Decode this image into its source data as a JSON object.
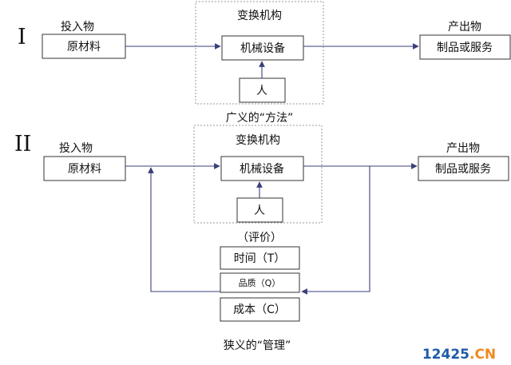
{
  "section1": {
    "roman": "I",
    "input_title": "投入物",
    "input_box": "原材料",
    "transform_title": "变换机构",
    "machine_box": "机械设备",
    "person_box": "人",
    "output_title": "产出物",
    "output_box": "制品或服务",
    "caption": "广义的“方法”"
  },
  "section2": {
    "roman": "II",
    "input_title": "投入物",
    "input_box": "原材料",
    "transform_title": "变换机构",
    "machine_box": "机械设备",
    "person_box": "人",
    "output_title": "产出物",
    "output_box": "制品或服务",
    "evaluation_title": "（评价）",
    "time_box": "时间（T）",
    "quality_box": "品质（Q）",
    "cost_box": "成本（C）",
    "caption": "狭义的“管理”"
  },
  "watermark": {
    "number": "12425",
    "domain": ".CN"
  },
  "colors": {
    "arrow": "#3a3f7a",
    "watermark_blue": "#1e5aa8",
    "watermark_orange": "#ef8a1e"
  }
}
